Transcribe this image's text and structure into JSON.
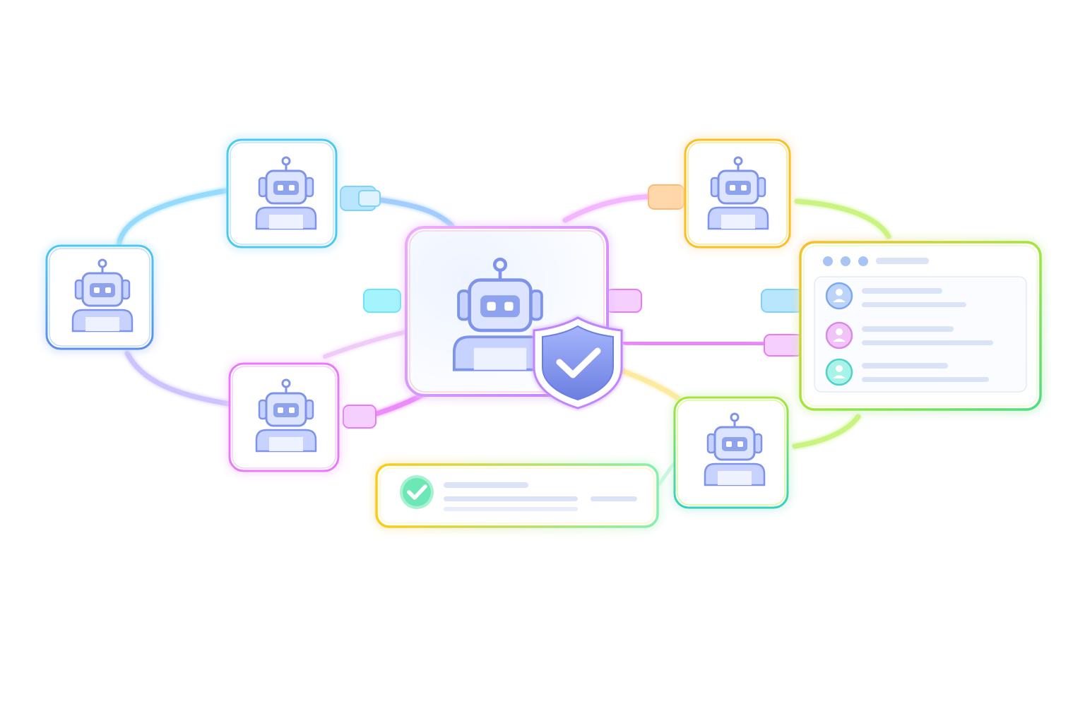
{
  "colors": {
    "cyan": "#4cc9f0",
    "blue": "#5b8def",
    "magenta": "#e879f9",
    "purple": "#c084fc",
    "orange": "#fbbf24",
    "yellow": "#facc15",
    "lime": "#a3e635",
    "teal": "#2dd4bf",
    "robot": "#8ea2ee",
    "robot_dark": "#6b7fe0",
    "shield": "#7b8cf0",
    "check_green": "#34d399",
    "line_gray": "#dfe6f7"
  },
  "nodes": [
    {
      "id": "agent-top-left",
      "border": "cyan",
      "kind": "agent"
    },
    {
      "id": "agent-left",
      "border": "blue",
      "kind": "agent"
    },
    {
      "id": "agent-bottom-left",
      "border": "magenta",
      "kind": "agent"
    },
    {
      "id": "agent-center",
      "border": "magenta",
      "kind": "hub"
    },
    {
      "id": "agent-top-right",
      "border": "orange",
      "kind": "agent"
    },
    {
      "id": "agent-bottom-right",
      "border": "lime",
      "kind": "agent"
    },
    {
      "id": "contacts-window",
      "border": "lime",
      "kind": "window"
    },
    {
      "id": "status-card",
      "border": "yellow",
      "kind": "card"
    }
  ],
  "contacts": [
    {
      "avatar_color": "#7da8f0"
    },
    {
      "avatar_color": "#d98ae8"
    },
    {
      "avatar_color": "#4fd1c5"
    }
  ],
  "icons": {
    "agent": "robot-icon",
    "shield": "shield-check-icon",
    "status": "check-circle-icon",
    "contact": "user-avatar-icon"
  }
}
